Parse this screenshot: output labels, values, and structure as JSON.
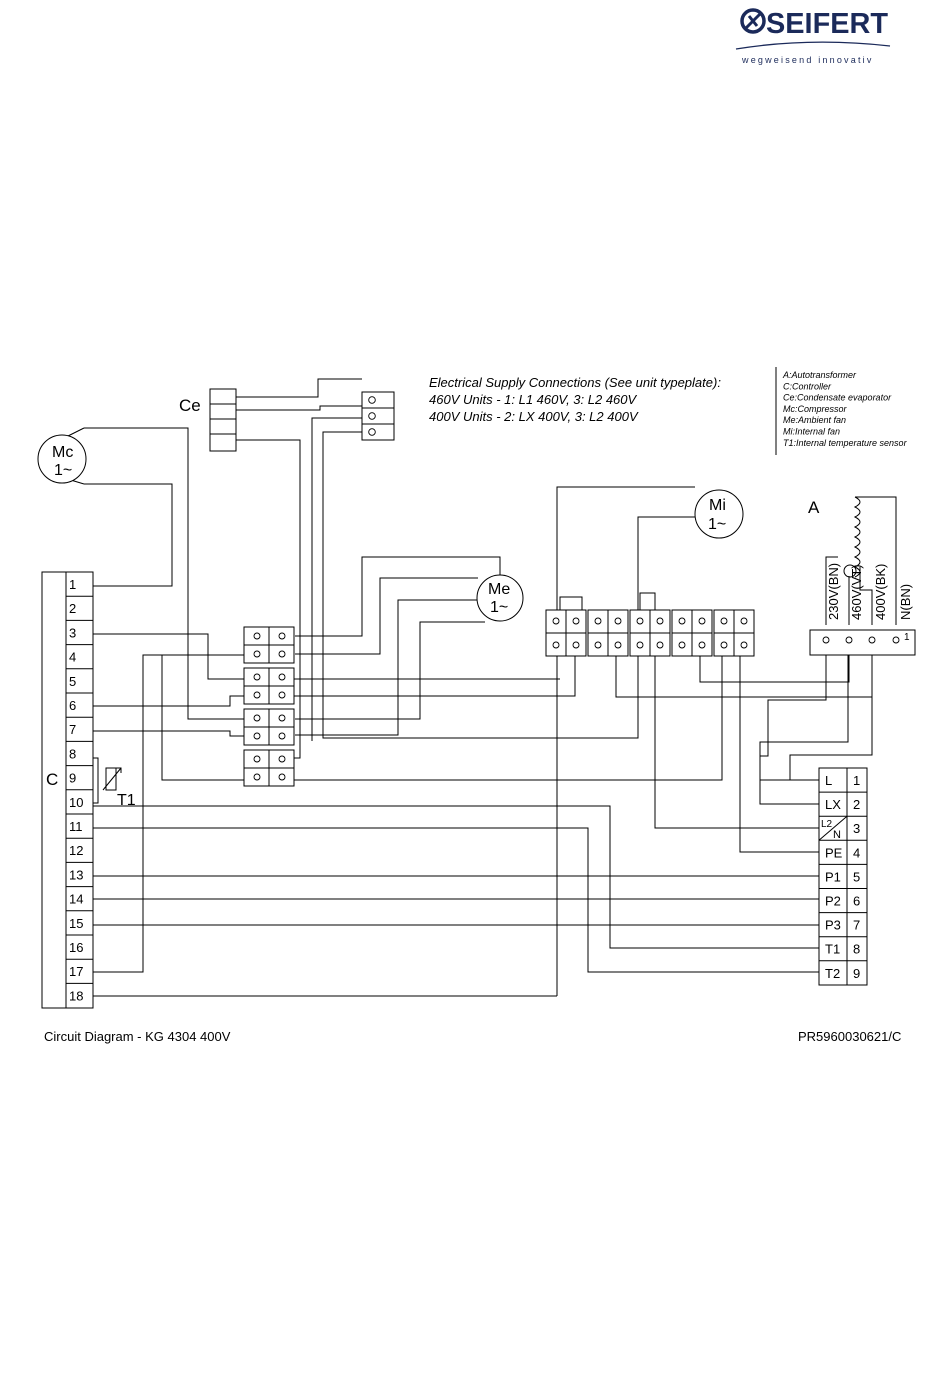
{
  "logo": {
    "brand": "SEIFERT",
    "tagline": "wegweisend innovativ",
    "color": "#1b2a5a"
  },
  "supply_notes": {
    "heading": "Electrical Supply Connections (See unit typeplate):",
    "line460": "460V Units - 1: L1 460V, 3: L2 460V",
    "line400": "400V Units - 2: LX 400V, 3: L2 400V"
  },
  "legend": [
    "A:Autotransformer",
    "C:Controller",
    "Ce:Condensate evaporator",
    "Mc:Compressor",
    "Me:Ambient fan",
    "Mi:Internal fan",
    "T1:Internal temperature sensor"
  ],
  "components": {
    "ce": "Ce",
    "c": "C",
    "a": "A",
    "t1": "T1",
    "mc": {
      "name": "Mc",
      "phase": "1~"
    },
    "me": {
      "name": "Me",
      "phase": "1~"
    },
    "mi": {
      "name": "Mi",
      "phase": "1~"
    }
  },
  "controller_terminals": [
    "1",
    "2",
    "3",
    "4",
    "5",
    "6",
    "7",
    "8",
    "9",
    "10",
    "11",
    "12",
    "13",
    "14",
    "15",
    "16",
    "17",
    "18"
  ],
  "transformer_taps": [
    "230V(BN)",
    "460V(VT)",
    "400V(BK)",
    "N(BN)"
  ],
  "transformer_block_number": "1",
  "supply_terminals": [
    {
      "label": "L",
      "num": "1"
    },
    {
      "label": "LX",
      "num": "2"
    },
    {
      "label": "L2/N",
      "num": "3"
    },
    {
      "label": "PE",
      "num": "4"
    },
    {
      "label": "P1",
      "num": "5"
    },
    {
      "label": "P2",
      "num": "6"
    },
    {
      "label": "P3",
      "num": "7"
    },
    {
      "label": "T1",
      "num": "8"
    },
    {
      "label": "T2",
      "num": "9"
    }
  ],
  "l2n_top": "L2",
  "l2n_bottom": "N",
  "footer": {
    "left": "Circuit Diagram - KG 4304 400V",
    "right": "PR5960030621/C"
  }
}
